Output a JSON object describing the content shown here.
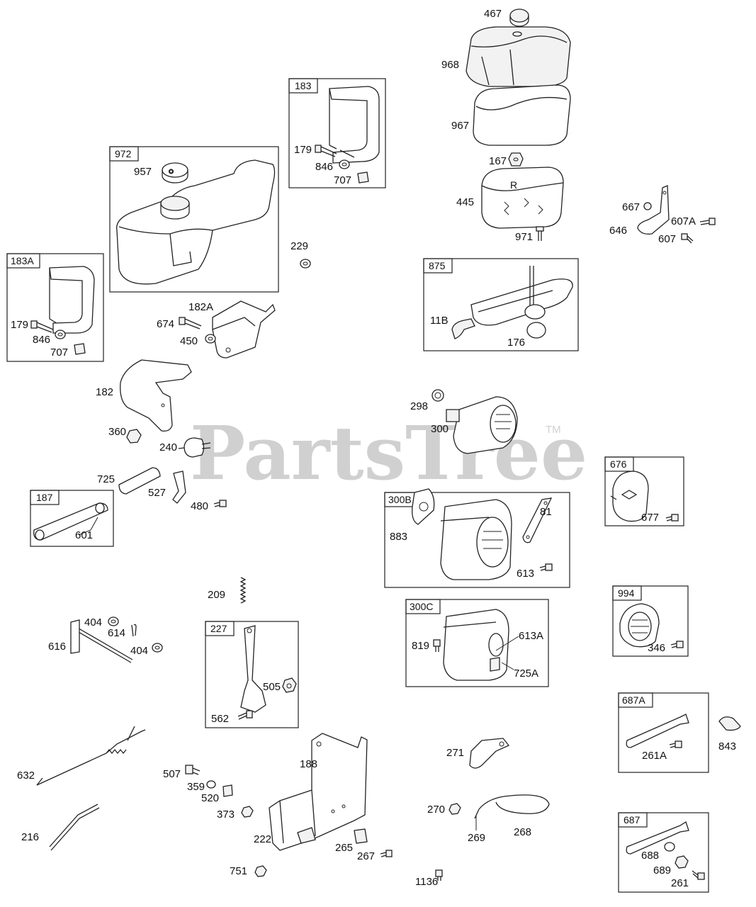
{
  "watermark": {
    "text": "PartsTree",
    "tm": "TM"
  },
  "boxes": [
    {
      "id": "972"
    },
    {
      "id": "183"
    },
    {
      "id": "183A"
    },
    {
      "id": "875"
    },
    {
      "id": "187"
    },
    {
      "id": "300B"
    },
    {
      "id": "676"
    },
    {
      "id": "994"
    },
    {
      "id": "300C"
    },
    {
      "id": "227"
    },
    {
      "id": "687A"
    },
    {
      "id": "687"
    }
  ],
  "labels": [
    "467",
    "968",
    "967",
    "167",
    "445",
    "971",
    "183",
    "179",
    "846",
    "707",
    "972",
    "957",
    "229",
    "667",
    "607A",
    "646",
    "607",
    "183A",
    "179",
    "846",
    "707",
    "182A",
    "674",
    "450",
    "875",
    "11B",
    "176",
    "182",
    "298",
    "300",
    "360",
    "240",
    "676",
    "677",
    "725",
    "527",
    "480",
    "187",
    "601",
    "300B",
    "883",
    "81",
    "613",
    "209",
    "994",
    "346",
    "404",
    "614",
    "616",
    "404",
    "300C",
    "819",
    "613A",
    "725A",
    "227",
    "505",
    "562",
    "687A",
    "261A",
    "843",
    "632",
    "188",
    "271",
    "507",
    "359",
    "520",
    "373",
    "270",
    "268",
    "269",
    "222",
    "265",
    "267",
    "216",
    "751",
    "1136",
    "687",
    "688",
    "689",
    "261"
  ]
}
